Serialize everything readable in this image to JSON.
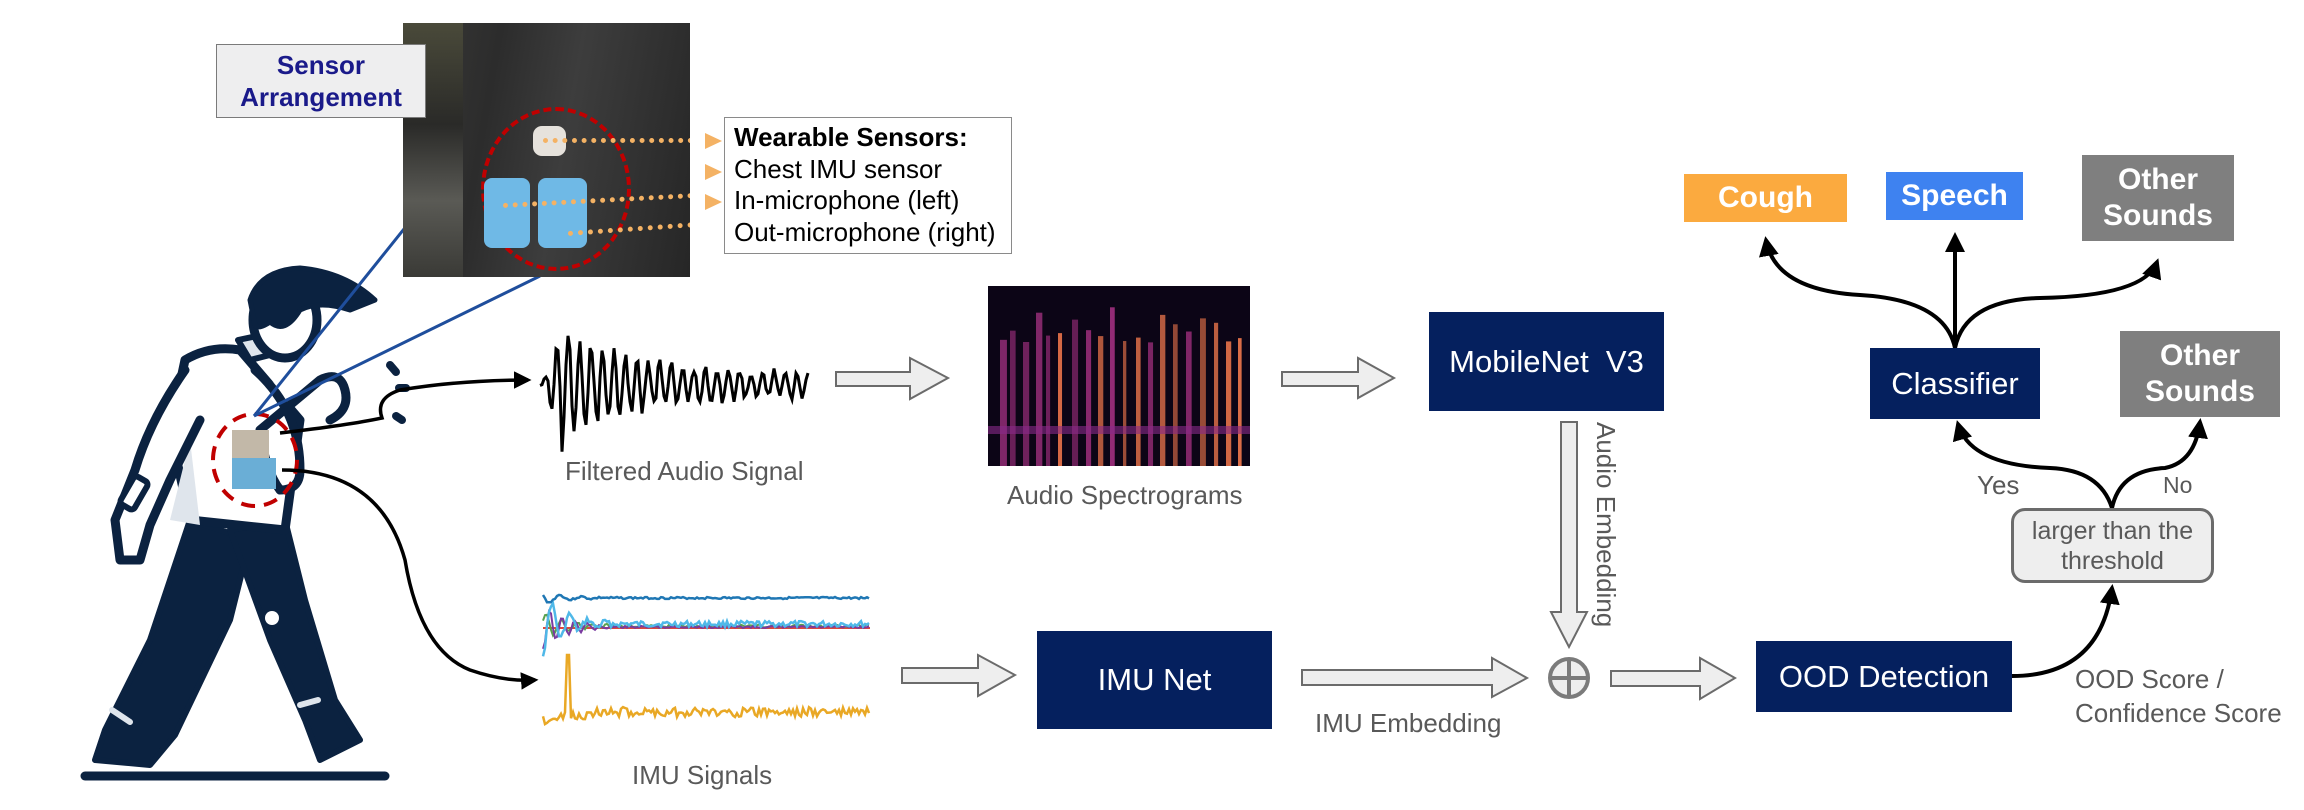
{
  "sensor_arrangement": {
    "title_line1": "Sensor",
    "title_line2": "Arrangement"
  },
  "wearable_sensors": {
    "title": "Wearable Sensors:",
    "items": [
      "Chest IMU sensor",
      "In-microphone (left)",
      "Out-microphone (right)"
    ]
  },
  "signals": {
    "audio_label": "Filtered Audio Signal",
    "imu_label": "IMU Signals",
    "spectrogram_label": "Audio Spectrograms"
  },
  "models": {
    "mobilenet": "MobileNet  V3",
    "imu_net": "IMU Net",
    "ood": "OOD Detection",
    "classifier": "Classifier"
  },
  "embeddings": {
    "audio": "Audio Embedding",
    "imu": "IMU Embedding",
    "fusion_symbol": "⊕"
  },
  "decision": {
    "threshold": "larger than the threshold",
    "yes": "Yes",
    "no": "No",
    "score_line1": "OOD Score /",
    "score_line2": "Confidence Score"
  },
  "outputs": {
    "cough": "Cough",
    "speech": "Speech",
    "other1_line1": "Other",
    "other1_line2": "Sounds",
    "other2_line1": "Other",
    "other2_line2": "Sounds"
  },
  "colors": {
    "navy": "#05205e",
    "cough": "#fbaa3f",
    "speech": "#3e82f0",
    "other": "#7f7f7f",
    "sensor_red": "#c00000",
    "callout_blue": "#1f4e9c",
    "orange_arrow": "#f4b264"
  }
}
